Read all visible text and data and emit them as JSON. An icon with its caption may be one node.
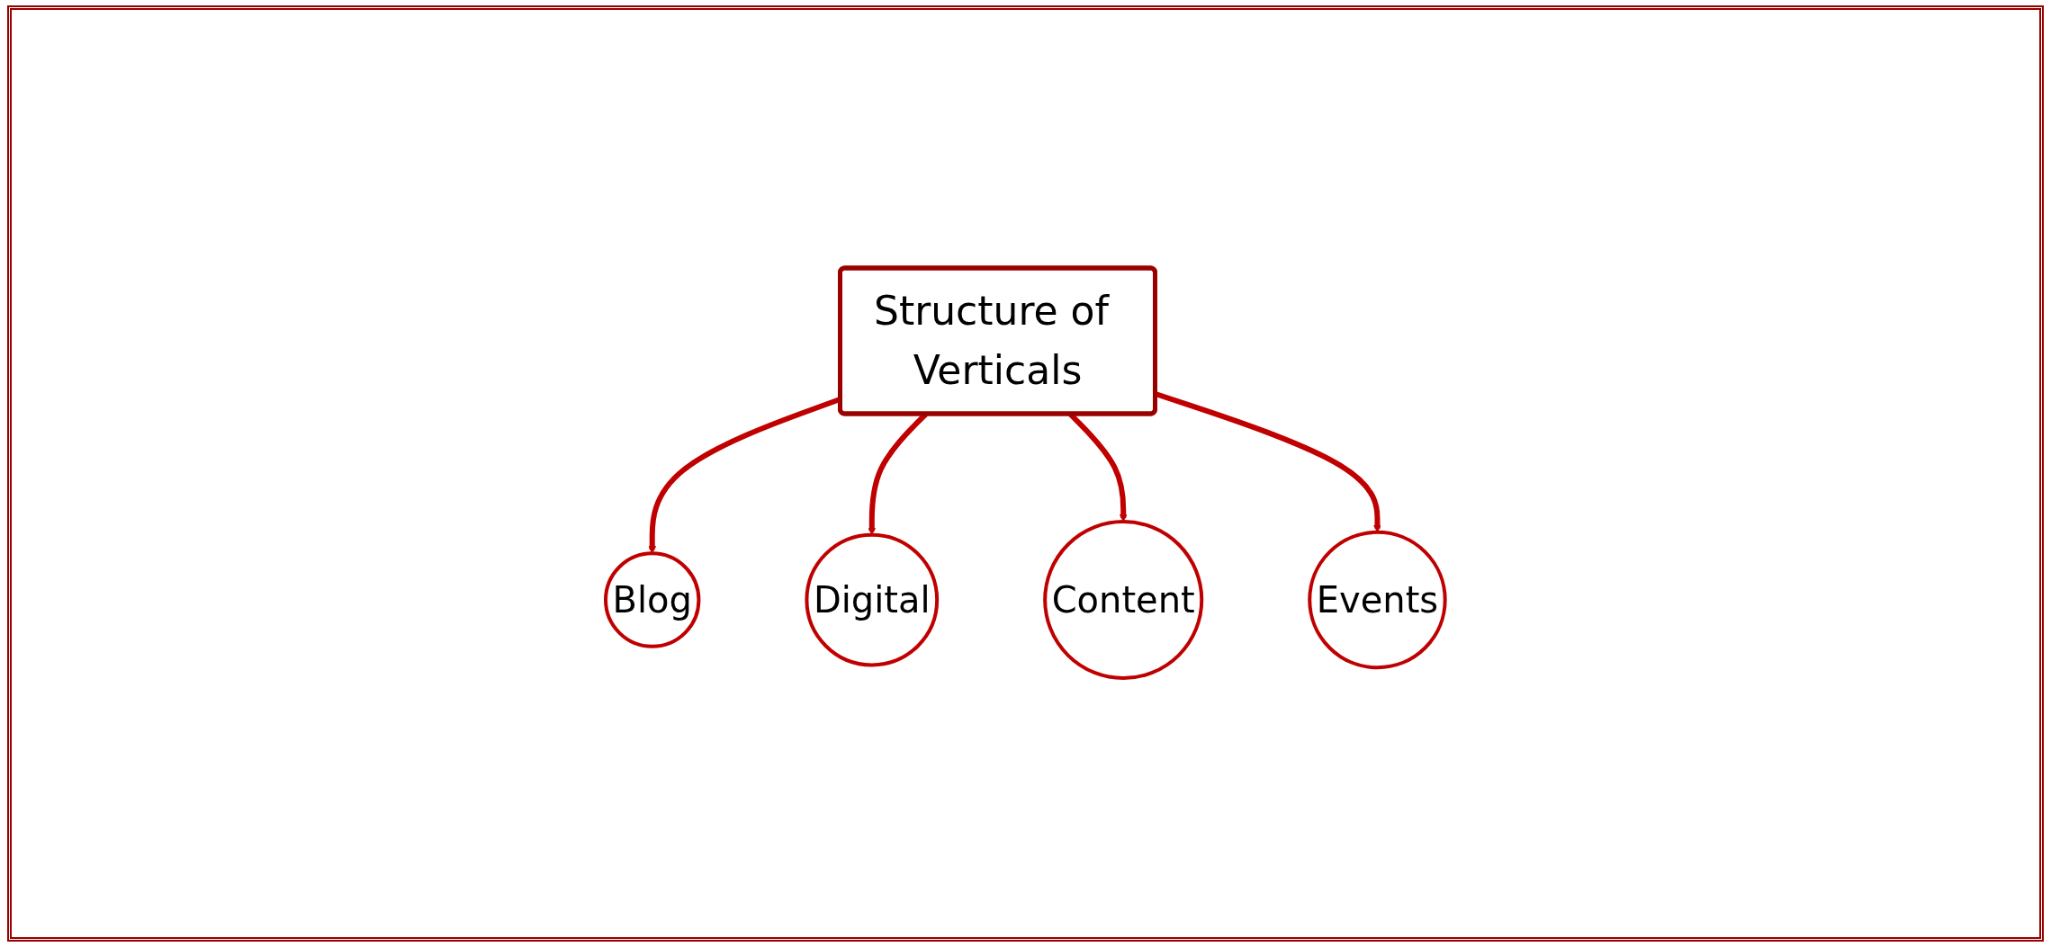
{
  "diagram": {
    "nodes": [
      {
        "text": [
          "Blog"
        ]
      },
      {
        "text": [
          "Digital"
        ]
      },
      {
        "text": [
          "Structure of Verticals"
        ]
      },
      {
        "text": [
          "Content"
        ]
      },
      {
        "text": [
          "Events"
        ]
      }
    ],
    "edges": [
      {
        "from": 2,
        "to": 0,
        "arrow": "to"
      },
      {
        "from": 2,
        "to": 1,
        "arrow": "to"
      },
      {
        "from": 2,
        "to": 3,
        "arrow": "to"
      },
      {
        "from": 2,
        "to": 4,
        "arrow": "to"
      }
    ]
  }
}
